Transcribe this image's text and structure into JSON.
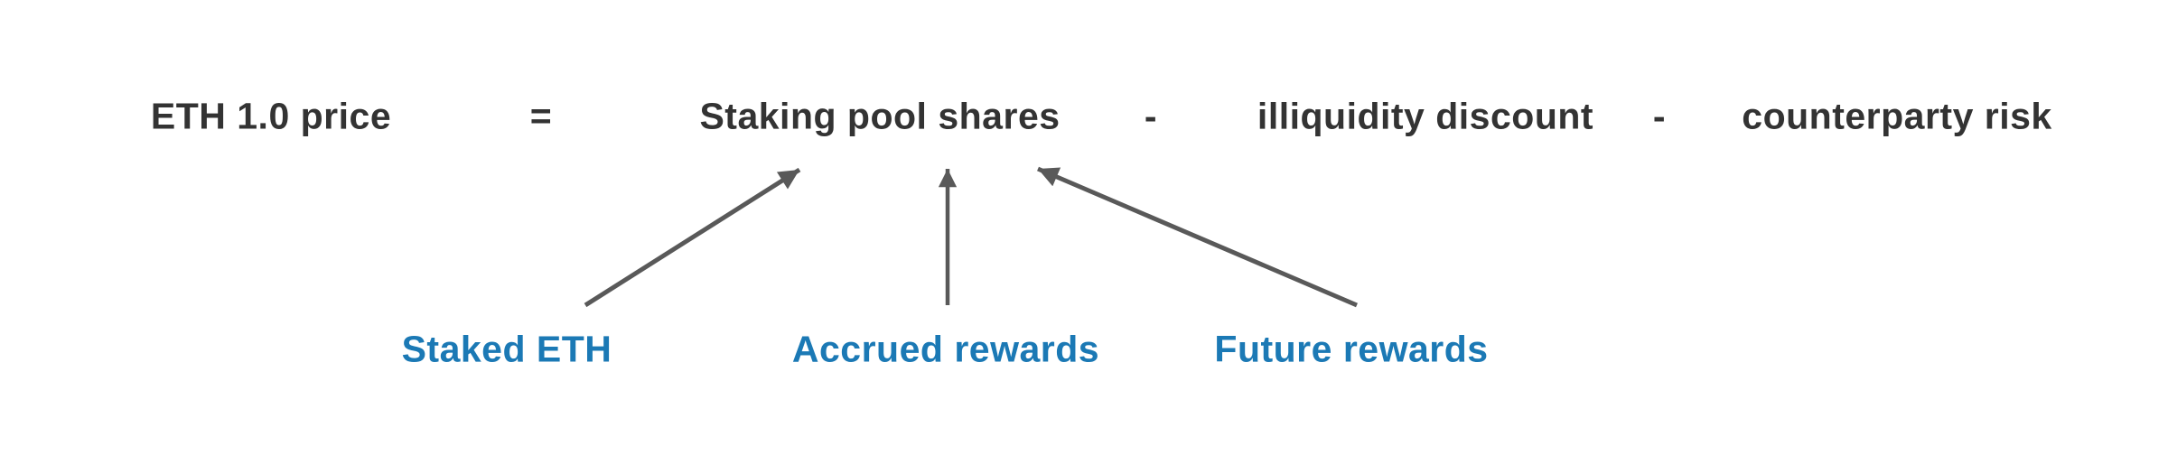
{
  "colors": {
    "background": "#ffffff",
    "equation_text": "#333333",
    "arrow": "#595959",
    "component_label": "#1b79b5"
  },
  "equation": {
    "terms": [
      {
        "name": "eth-price",
        "text": "ETH 1.0 price"
      },
      {
        "name": "equals",
        "text": "="
      },
      {
        "name": "staking-pool-shares",
        "text": "Staking pool shares"
      },
      {
        "name": "minus-1",
        "text": "-"
      },
      {
        "name": "illiquidity-discount",
        "text": "illiquidity discount"
      },
      {
        "name": "minus-2",
        "text": "-"
      },
      {
        "name": "counterparty-risk",
        "text": "counterparty risk"
      }
    ]
  },
  "components": {
    "target": "Staking pool shares",
    "items": [
      {
        "text": "Staked ETH"
      },
      {
        "text": "Accrued rewards"
      },
      {
        "text": "Future rewards"
      }
    ],
    "arrows": [
      {
        "from": "Staked ETH",
        "to": "Staking pool shares"
      },
      {
        "from": "Accrued rewards",
        "to": "Staking pool shares"
      },
      {
        "from": "Future rewards",
        "to": "Staking pool shares"
      }
    ]
  }
}
